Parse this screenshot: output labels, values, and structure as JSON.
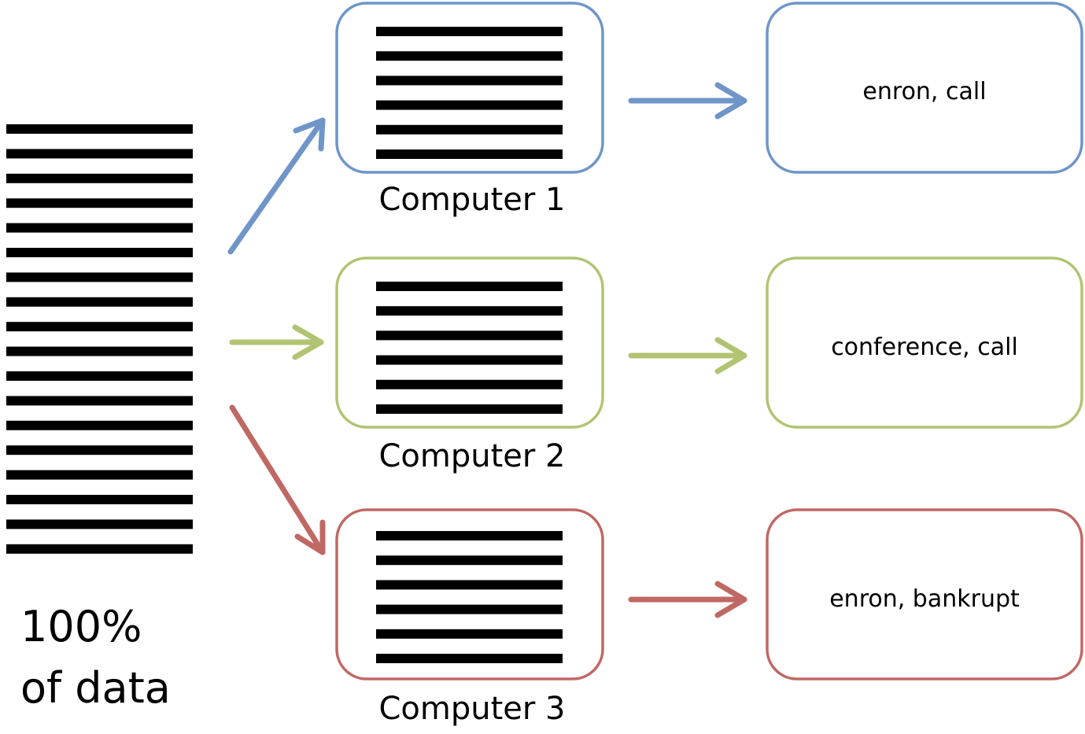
{
  "source": {
    "label_line1": "100%",
    "label_line2": "of data",
    "line_count": 18
  },
  "computers": [
    {
      "label": "Computer 1",
      "color": "#6f95c9",
      "line_count": 6,
      "result": "enron, call"
    },
    {
      "label": "Computer 2",
      "color": "#b1c472",
      "line_count": 6,
      "result": "conference, call"
    },
    {
      "label": "Computer 3",
      "color": "#c06864",
      "line_count": 6,
      "result": "enron, bankrupt"
    }
  ]
}
